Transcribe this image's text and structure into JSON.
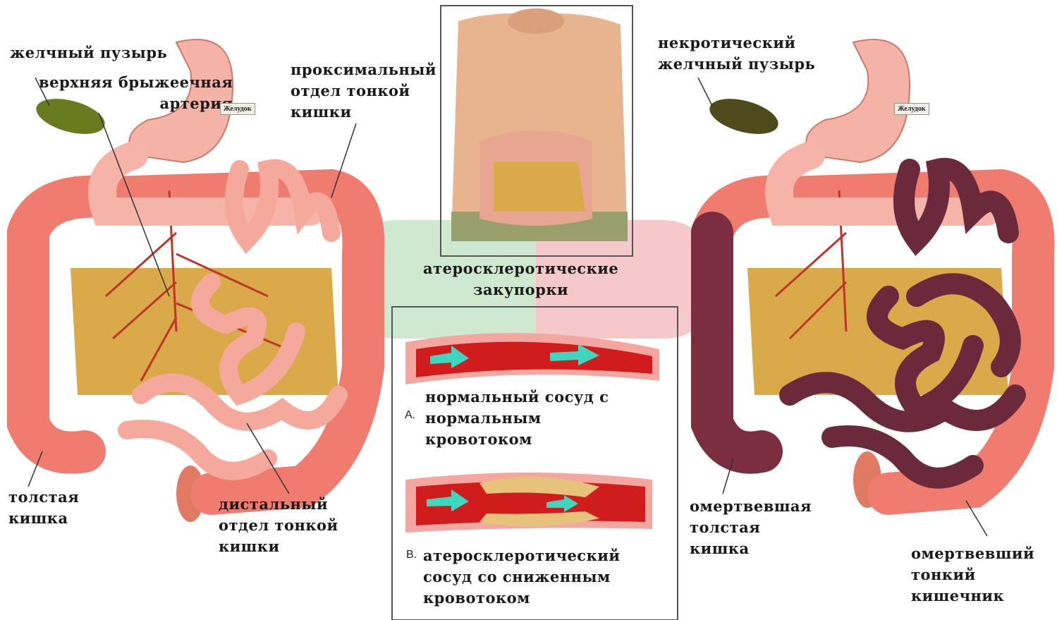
{
  "header": {
    "title_fragment": ""
  },
  "left_panel": {
    "gallbladder": "желчный пузырь",
    "sma": "верхняя брыжеечная\nартерия",
    "stomach_tag": "Желудок",
    "proximal": "проксимальный\nотдел тонкой\nкишки",
    "colon": "толстая\nкишка",
    "distal": "дистальный\nотдел тонкой\nкишки"
  },
  "center_panel": {
    "blockages": "атеросклеротические\nзакупорки",
    "normal_marker": "A.",
    "normal_vessel": "нормальный сосуд с\nнормальным\nкровотоком",
    "athero_marker": "B.",
    "athero_vessel": "атеросклеротический\nсосуд со сниженным\nкровотоком"
  },
  "right_panel": {
    "gallbladder": "некротический\nжелчный пузырь",
    "stomach_tag": "Желудок",
    "colon": "омертвевшая\nтолстая\nкишка",
    "small_intestine": "омертвевший\nтонкий\nкишечник"
  },
  "colors": {
    "healthy_tissue": "#f0a59a",
    "necrotic_tissue": "#6b2a3c",
    "mesentery": "#d9a94a",
    "blood": "#d01c1c",
    "flow_arrow": "#3fd6c0",
    "green_zone": "#cfe8d0",
    "red_zone": "#f5c9c9"
  }
}
